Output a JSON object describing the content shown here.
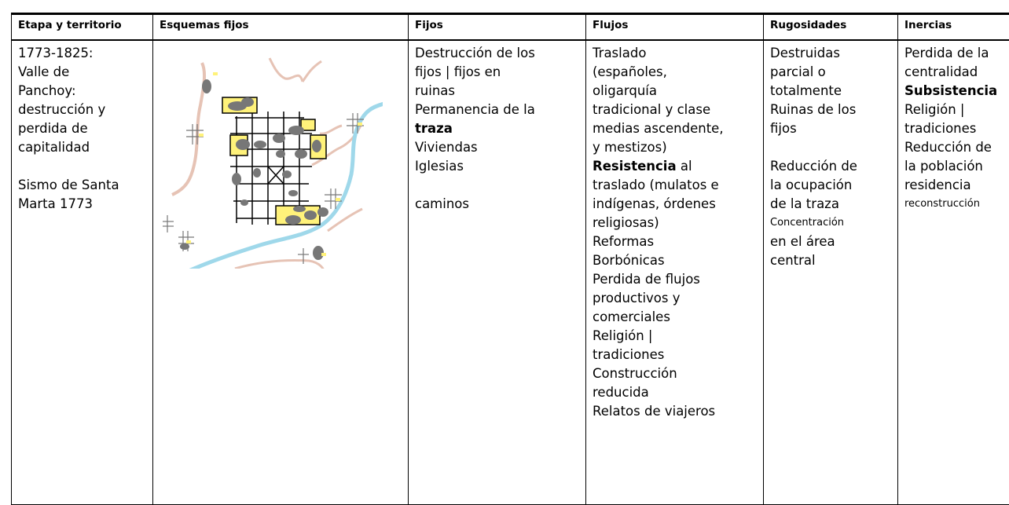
{
  "headers": [
    "Etapa y territorio",
    "Esquemas fijos",
    "Fijos",
    "Flujos",
    "Rugosidades",
    "Inercias"
  ],
  "etapa": {
    "lines": [
      "1773-1825:",
      "Valle de",
      "Panchoy:",
      "destrucción y",
      "perdida de",
      "capitalidad"
    ],
    "extra": [
      "Sismo de Santa",
      "Marta 1773"
    ]
  },
  "esquema": {
    "image": "sketch-map"
  },
  "fijos": {
    "l1": "Destrucción de los",
    "l2": "fijos | fijos en",
    "l3": "ruinas",
    "l4": "Permanencia de la",
    "l5_bold": "traza",
    "l6": "Viviendas",
    "l7": "Iglesias",
    "l8": "caminos"
  },
  "flujos": {
    "l1": "Traslado",
    "l2": "(españoles,",
    "l3": "oligarquía",
    "l4": "tradicional y clase",
    "l5": "medias ascendente,",
    "l6": "y mestizos)",
    "l7_bold": "Resistencia",
    "l7_rest": " al",
    "l8": "traslado (mulatos e",
    "l9": "indígenas, órdenes",
    "l10": "religiosas)",
    "l11": "Reformas",
    "l12": "Borbónicas",
    "l13": "Perdida de flujos",
    "l14": "productivos y",
    "l15": "comerciales",
    "l16": "Religión |",
    "l17": "tradiciones",
    "l18": "Construcción",
    "l19": "reducida",
    "l20": "Relatos de viajeros"
  },
  "rugosidades": {
    "l1": "Destruidas",
    "l2": "parcial o",
    "l3": "totalmente",
    "l4": "Ruinas de los",
    "l5": "fijos",
    "l6": "Reducción de",
    "l7": "la ocupación",
    "l8": "de la traza",
    "l9_small": "Concentración",
    "l10": "en el área",
    "l11": "central"
  },
  "inercias": {
    "l1": "Perdida de la",
    "l2": "centralidad",
    "l3_bold": "Subsistencia",
    "l4": "Religión |",
    "l5": "tradiciones",
    "l6": "Reducción de",
    "l7": "la población",
    "l8": "residencia",
    "l9_small": "reconstrucción"
  },
  "colors": {
    "river": "#9fd8ea",
    "road": "#e6c3b5",
    "ruins": "#777777",
    "highlight": "#fff27a"
  }
}
